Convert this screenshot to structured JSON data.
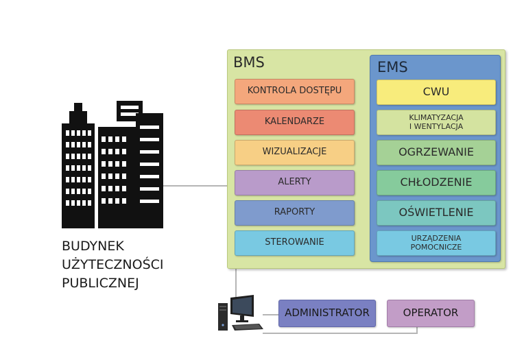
{
  "building": {
    "label_lines": [
      "BUDYNEK",
      "UŻYTECZNOŚCI",
      "PUBLICZNEJ"
    ],
    "icon": "office-buildings-icon"
  },
  "bms": {
    "title": "BMS",
    "items": [
      {
        "label": "KONTROLA DOSTĘPU",
        "color": "#f4a77c"
      },
      {
        "label": "KALENDARZE",
        "color": "#ec8a73"
      },
      {
        "label": "WIZUALIZACJE",
        "color": "#f7cf85"
      },
      {
        "label": "ALERTY",
        "color": "#b99bca"
      },
      {
        "label": "RAPORTY",
        "color": "#7f9bcd"
      },
      {
        "label": "STEROWANIE",
        "color": "#79c9e2"
      }
    ]
  },
  "ems": {
    "title": "EMS",
    "items": [
      {
        "label": "CWU",
        "color": "#f8ec7c"
      },
      {
        "label": "KLIMATYZACJA\nI WENTYLACJA",
        "color": "#d4e3a0"
      },
      {
        "label": "OGRZEWANIE",
        "color": "#a5d196"
      },
      {
        "label": "CHŁODZENIE",
        "color": "#86cb9c"
      },
      {
        "label": "OŚWIETLENIE",
        "color": "#7cc7c0"
      },
      {
        "label": "URZĄDZENIA\nPOMOCNICZE",
        "color": "#79c9e2"
      }
    ]
  },
  "users": {
    "administrator": "ADMINISTRATOR",
    "operator": "OPERATOR",
    "computer_icon": "desktop-computer-icon"
  }
}
